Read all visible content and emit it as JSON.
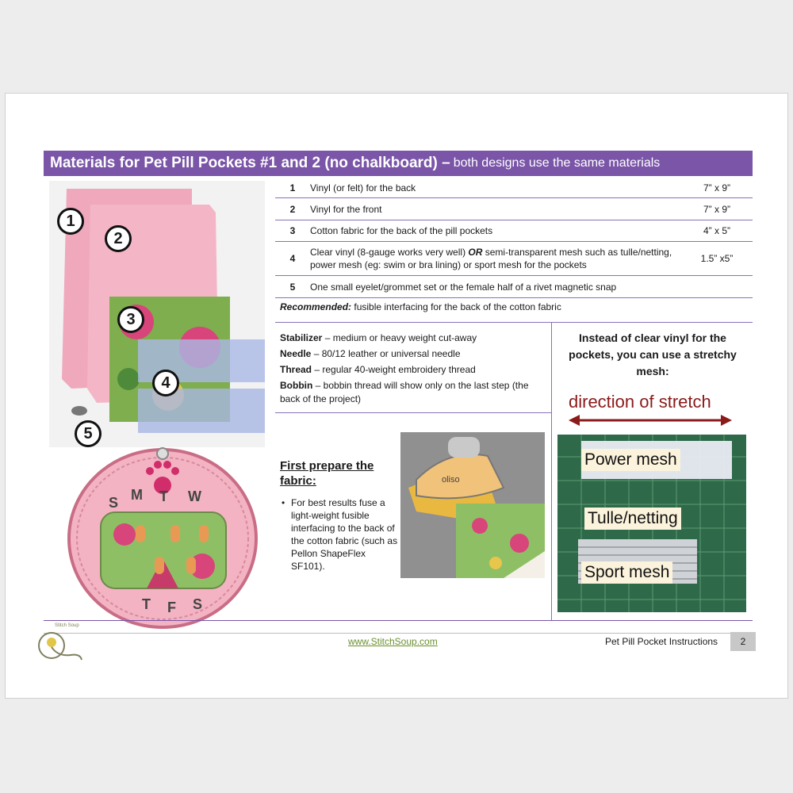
{
  "banner": {
    "title": "Materials for Pet Pill Pockets #1 and 2 (no chalkboard) –",
    "subtitle": "both designs use the same materials"
  },
  "materials": [
    {
      "num": "1",
      "desc": "Vinyl (or felt) for the back",
      "size": "7” x 9”"
    },
    {
      "num": "2",
      "desc": "Vinyl for the front",
      "size": "7” x 9”"
    },
    {
      "num": "3",
      "desc": "Cotton fabric for the back of the pill pockets",
      "size": "4” x 5”"
    },
    {
      "num": "4",
      "desc_a": "Clear vinyl (8-gauge works very well) ",
      "desc_or": "OR",
      "desc_b": " semi-transparent mesh such as tulle/netting, power mesh (eg: swim or bra lining) or sport mesh for the pockets",
      "size": "1.5” x5”"
    },
    {
      "num": "5",
      "desc": "One small eyelet/grommet set or the female half of a rivet magnetic snap",
      "size": ""
    }
  ],
  "recommended": {
    "label": "Recommended:",
    "text": " fusible interfacing for the back of the cotton fabric"
  },
  "specs": [
    {
      "label": "Stabilizer",
      "text": " – medium or heavy weight cut-away"
    },
    {
      "label": "Needle",
      "text": " – 80/12 leather or universal needle"
    },
    {
      "label": "Thread",
      "text": " – regular 40-weight embroidery thread"
    },
    {
      "label": "Bobbin",
      "text": " –  bobbin thread will show only on the last step (the back of the project)"
    }
  ],
  "fabric": {
    "title": "First prepare the fabric:",
    "bullet": "For best results fuse a light-weight fusible interfacing to the back of the cotton fabric (such as Pellon ShapeFlex SF101)."
  },
  "mesh": {
    "title": "Instead of clear vinyl for the pockets, you can use a stretchy mesh:",
    "direction": "direction of stretch",
    "power": "Power mesh",
    "tulle": "Tulle/netting",
    "sport": "Sport mesh"
  },
  "photo_numbers": [
    "1",
    "2",
    "3",
    "4",
    "5"
  ],
  "pocket_letters": [
    "S",
    "M",
    "T",
    "W",
    "T",
    "F",
    "S"
  ],
  "iron_brand": "oliso",
  "logo_text": "Stitch Soup",
  "footer": {
    "url": "www.StitchSoup.com",
    "title": "Pet Pill Pocket Instructions",
    "page": "2"
  },
  "colors": {
    "accent": "#7a55a8",
    "link": "#6b8f2e",
    "stretch": "#8b1a1a"
  }
}
